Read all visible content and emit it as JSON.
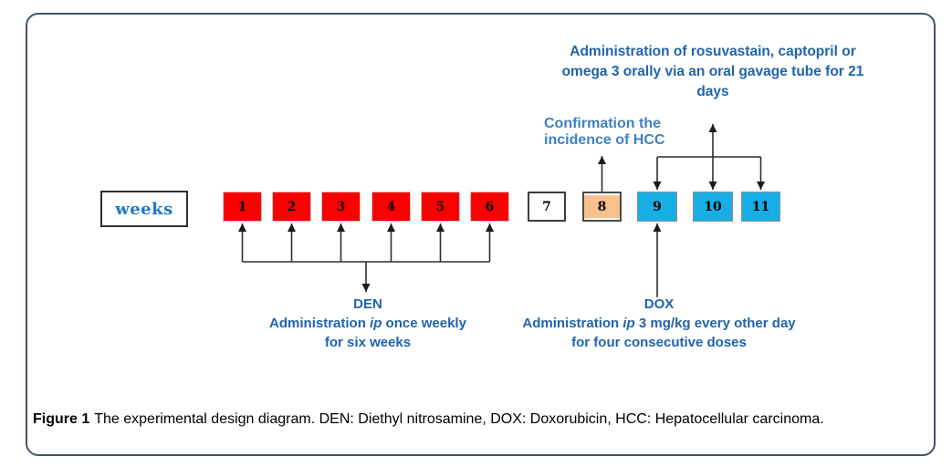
{
  "figure_caption": {
    "label": "Figure 1",
    "text": "The experimental design diagram. DEN: Diethyl nitrosamine, DOX: Doxorubicin, HCC: Hepatocellular carcinoma."
  },
  "timeline": {
    "axis_label": "weeks",
    "weeks": [
      {
        "label": "1",
        "phase": "den"
      },
      {
        "label": "2",
        "phase": "den"
      },
      {
        "label": "3",
        "phase": "den"
      },
      {
        "label": "4",
        "phase": "den"
      },
      {
        "label": "5",
        "phase": "den"
      },
      {
        "label": "6",
        "phase": "den"
      },
      {
        "label": "7",
        "phase": "rest"
      },
      {
        "label": "8",
        "phase": "hcc-confirmation"
      },
      {
        "label": "9",
        "phase": "treatment"
      },
      {
        "label": "10",
        "phase": "treatment"
      },
      {
        "label": "11",
        "phase": "treatment"
      }
    ]
  },
  "annotations": {
    "oral_treatment": {
      "line1": "Administration of rosuvastain, captopril or",
      "line2": "omega 3 orally via an oral gavage tube for 21",
      "line3": "days"
    },
    "confirmation": {
      "line1": "Confirmation the",
      "line2": "incidence of HCC"
    },
    "den": {
      "title": "DEN",
      "admin_pre": "Administration ",
      "admin_route": "ip",
      "admin_post": " once weekly",
      "line2": "for six weeks"
    },
    "dox": {
      "title": "DOX",
      "admin_pre": "Administration ",
      "admin_route": "ip",
      "admin_post": " 3 mg/kg every other day",
      "line2": "for four consecutive doses"
    }
  },
  "colors": {
    "den": "#fa0000",
    "rest": "#ffffff",
    "hcc-confirmation": "#fac090",
    "treatment": "#18aee5",
    "frame_border": "#44546a",
    "annotation_blue": "#2063ae",
    "confirmation_blue": "#4180c2",
    "weeks_label_blue": "#1f78c5"
  }
}
